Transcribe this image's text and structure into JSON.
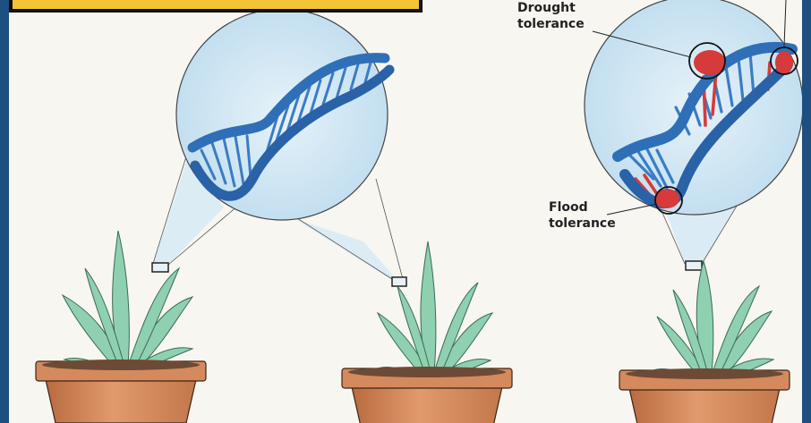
{
  "labels": {
    "drought_line1": "Drought",
    "drought_line2": "tolerance",
    "flood_line1": "Flood",
    "flood_line2": "tolerance"
  },
  "colors": {
    "dna_blue": "#2f6fb8",
    "dna_blue_light": "#5aa0dc",
    "edit_red": "#d63a3a",
    "leaf_green": "#7fc8a7",
    "pot_orange": "#d88a5e",
    "soil_brown": "#6d4a36",
    "lens_blue": "#cfe6f3",
    "border_blue": "#1d4f80",
    "title_yellow": "#f4c437"
  },
  "panels": [
    {
      "name": "plant-left",
      "dna": "normal"
    },
    {
      "name": "plant-middle",
      "dna": "normal"
    },
    {
      "name": "plant-right",
      "dna": "edited",
      "edits": [
        "Drought tolerance",
        "Flood tolerance"
      ]
    }
  ]
}
